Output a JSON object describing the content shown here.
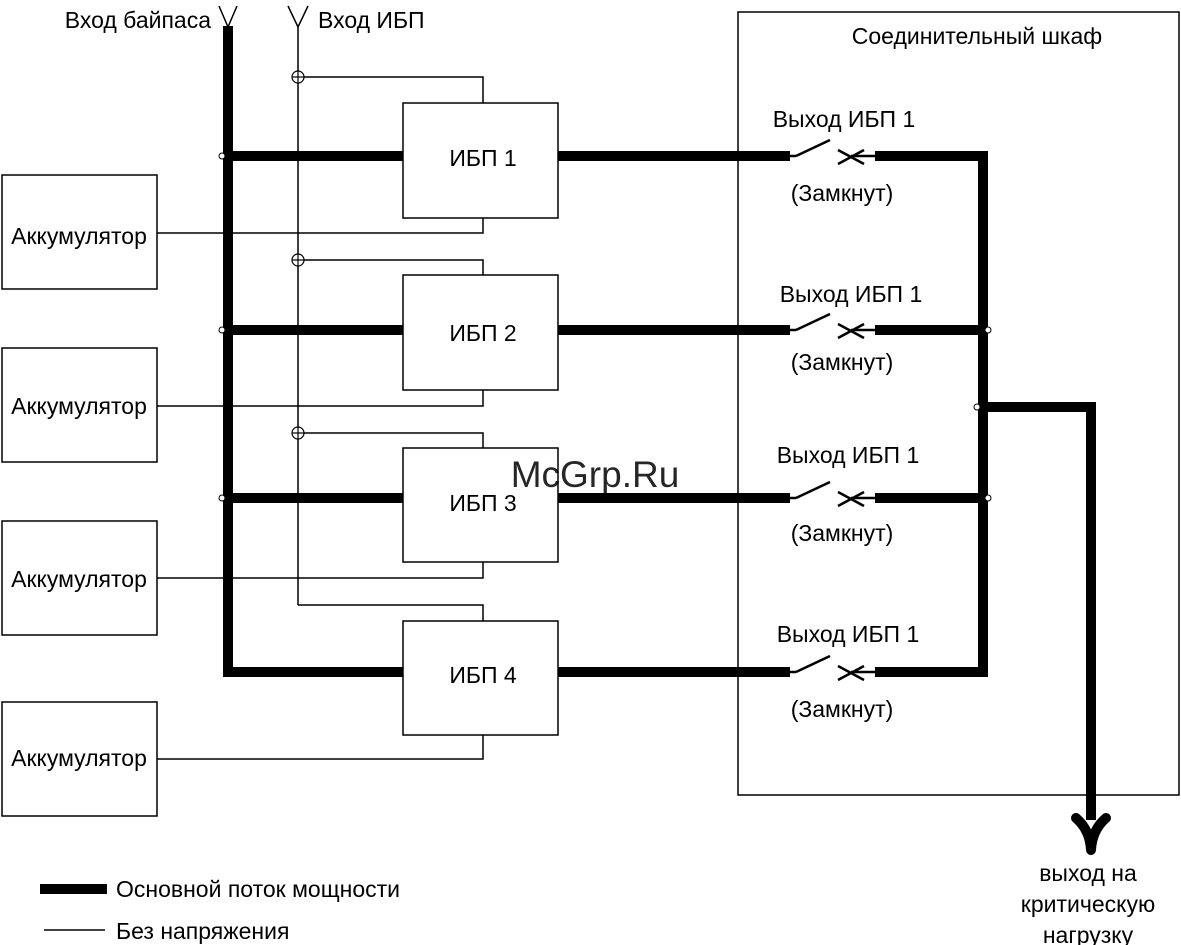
{
  "inputs": {
    "bypass_label": "Вход байпаса",
    "ups_label": "Вход ИБП"
  },
  "cabinet": {
    "title": "Соединительный шкаф"
  },
  "ups_units": [
    {
      "label": "ИБП 1"
    },
    {
      "label": "ИБП 2"
    },
    {
      "label": "ИБП 3"
    },
    {
      "label": "ИБП 4"
    }
  ],
  "batteries": [
    {
      "label": "Аккумулятор"
    },
    {
      "label": "Аккумулятор"
    },
    {
      "label": "Аккумулятор"
    },
    {
      "label": "Аккумулятор"
    }
  ],
  "outputs": [
    {
      "label": "Выход ИБП 1",
      "state": "(Замкнут)"
    },
    {
      "label": "Выход ИБП 1",
      "state": "(Замкнут)"
    },
    {
      "label": "Выход ИБП 1",
      "state": "(Замкнут)"
    },
    {
      "label": "Выход ИБП 1",
      "state": "(Замкнут)"
    }
  ],
  "load_output": {
    "line1": "выход на",
    "line2": "критическую",
    "line3": "нагрузку"
  },
  "legend": {
    "main_flow": "Основной поток мощности",
    "no_voltage": "Без напряжения"
  },
  "watermark": "McGrp.Ru",
  "colors": {
    "line": "#000000",
    "watermark": "#cc2222",
    "background": "#ffffff"
  }
}
